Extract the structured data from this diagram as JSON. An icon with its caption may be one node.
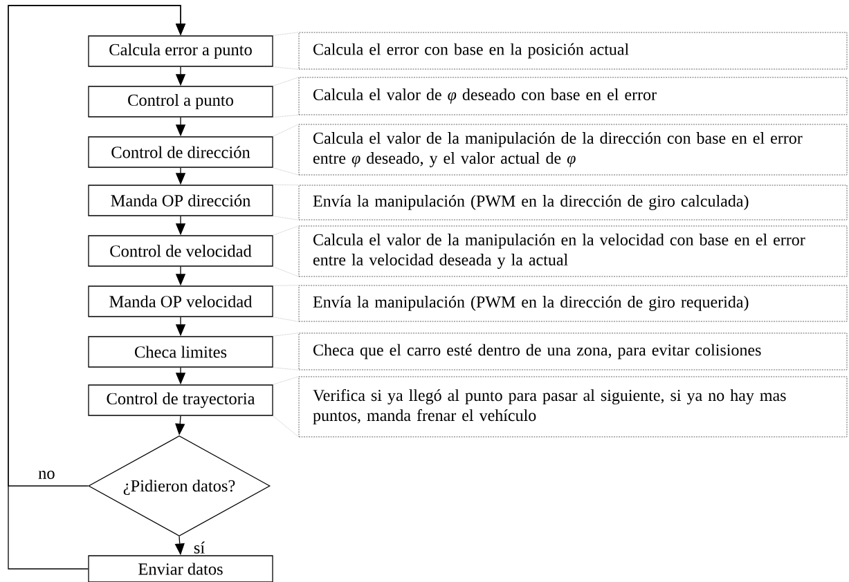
{
  "diagram": {
    "nodes": [
      {
        "text": [
          "Calcula error a punto"
        ]
      },
      {
        "text": [
          "Control a punto"
        ]
      },
      {
        "text": [
          "Control de dirección"
        ]
      },
      {
        "text": [
          "Manda OP dirección"
        ]
      },
      {
        "text": [
          "Control de velocidad"
        ]
      },
      {
        "text": [
          "Manda OP velocidad"
        ]
      },
      {
        "text": [
          "Checa limites"
        ]
      },
      {
        "text": [
          "Control de trayectoria"
        ]
      },
      {
        "text": [
          "¿Pidieron datos?"
        ]
      },
      {
        "text": [
          "Enviar datos"
        ]
      },
      {
        "text": [
          "Calcula el error con base en la posición actual"
        ]
      },
      {
        "text": [
          "Calcula el valor de *φ* deseado con base en el error"
        ]
      },
      {
        "text": [
          "Calcula el valor de la manipulación de la dirección con base en el error entre *φ* deseado, y el valor actual de *φ*"
        ]
      },
      {
        "text": [
          "Envía la manipulación (PWM en la dirección de giro calculada)"
        ]
      },
      {
        "text": [
          "Calcula el valor de la manipulación en la velocidad con base en el error entre la velocidad deseada y la actual"
        ]
      },
      {
        "text": [
          "Envía la manipulación (PWM en la dirección de giro requerida)"
        ]
      },
      {
        "text": [
          "Checa que el carro esté dentro de una zona, para evitar colisiones"
        ]
      },
      {
        "text": [
          "Verifica si ya llegó al punto para pasar al siguiente, si ya no hay mas puntos, manda frenar el vehículo"
        ]
      }
    ],
    "edges": [
      {
        "from": 0,
        "to": 1,
        "arrow": "to"
      },
      {
        "from": 1,
        "to": 2,
        "arrow": "to"
      },
      {
        "from": 2,
        "to": 3,
        "arrow": "to"
      },
      {
        "from": 3,
        "to": 4,
        "arrow": "to"
      },
      {
        "from": 4,
        "to": 5,
        "arrow": "to"
      },
      {
        "from": 5,
        "to": 6,
        "arrow": "to"
      },
      {
        "from": 6,
        "to": 7,
        "arrow": "to"
      },
      {
        "from": 7,
        "to": 8,
        "arrow": "to"
      },
      {
        "from": 8,
        "to": 9,
        "arrow": "to",
        "label": "sí"
      },
      {
        "from": 8,
        "to": 0,
        "arrow": "to",
        "label": "no"
      },
      {
        "from": 9,
        "to": 0,
        "arrow": "to"
      },
      {
        "from": 0,
        "to": 10,
        "arrow": "none",
        "style": "dashed",
        "color": "#999999"
      },
      {
        "from": 1,
        "to": 11,
        "arrow": "none",
        "style": "dashed",
        "color": "#999999"
      },
      {
        "from": 2,
        "to": 12,
        "arrow": "none",
        "style": "dashed",
        "color": "#999999"
      },
      {
        "from": 3,
        "to": 13,
        "arrow": "none",
        "style": "dashed",
        "color": "#999999"
      },
      {
        "from": 4,
        "to": 14,
        "arrow": "none",
        "style": "dashed",
        "color": "#999999"
      },
      {
        "from": 5,
        "to": 15,
        "arrow": "none",
        "style": "dashed",
        "color": "#999999"
      },
      {
        "from": 6,
        "to": 16,
        "arrow": "none",
        "style": "dashed",
        "color": "#999999"
      },
      {
        "from": 7,
        "to": 17,
        "arrow": "none",
        "style": "dashed",
        "color": "#999999"
      }
    ]
  }
}
